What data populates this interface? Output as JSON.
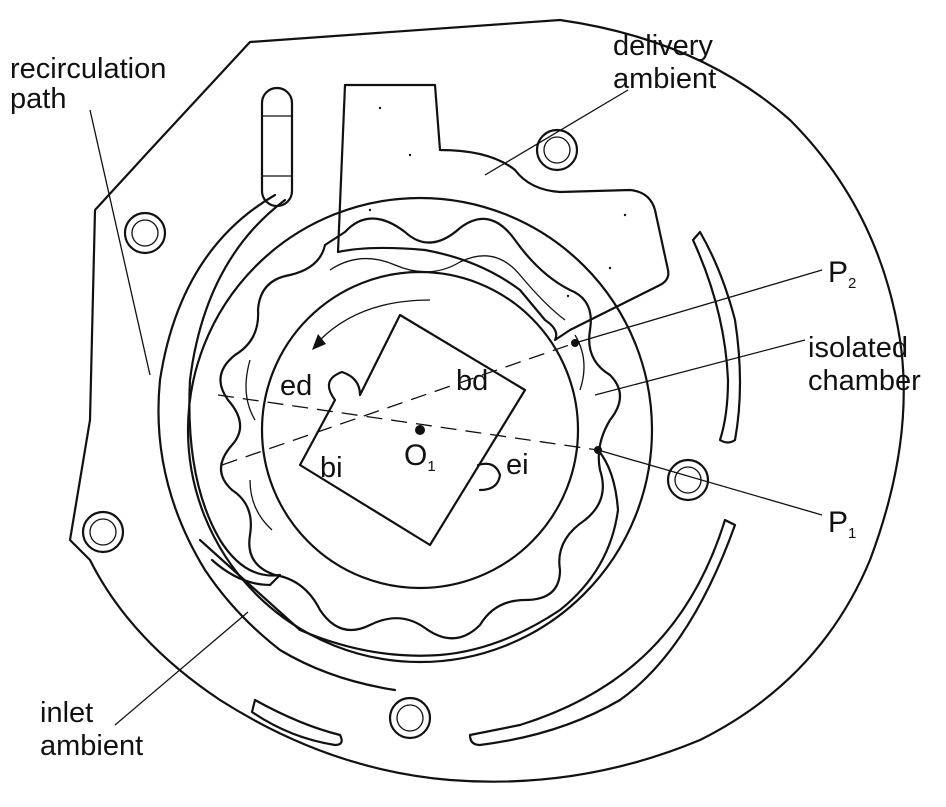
{
  "labels": {
    "recirculation": [
      "recirculation",
      "path"
    ],
    "delivery": [
      "delivery",
      "ambient"
    ],
    "isolated": [
      "isolated",
      "chamber"
    ],
    "inlet": [
      "inlet",
      "ambient"
    ],
    "p2": {
      "main": "P",
      "sub": "2"
    },
    "p1": {
      "main": "P",
      "sub": "1"
    },
    "center": {
      "main": "O",
      "sub": "1"
    },
    "ed": "ed",
    "bd": "bd",
    "bi": "bi",
    "ei": "ei"
  }
}
